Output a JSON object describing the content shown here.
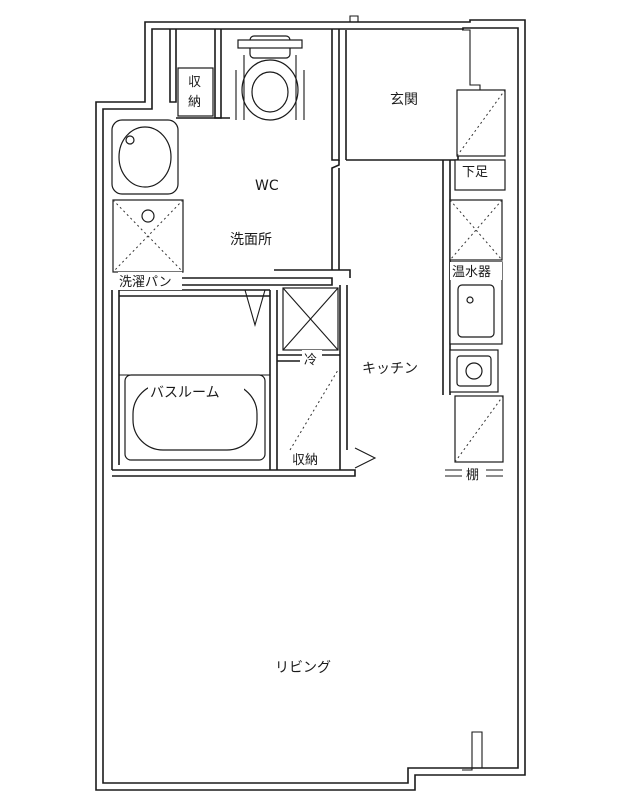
{
  "rooms": {
    "genkan": "玄関",
    "wc": "WC",
    "senmenjo": "洗面所",
    "bathroom": "バスルーム",
    "kitchen": "キッチン",
    "living": "リビング"
  },
  "fixtures": {
    "storage_top": [
      "収",
      "納"
    ],
    "storage_mid": "収納",
    "shoe_box": "下足",
    "washer_pan": "洗濯パン",
    "water_heater": "温水器",
    "fridge": "冷",
    "shelf": "棚"
  }
}
